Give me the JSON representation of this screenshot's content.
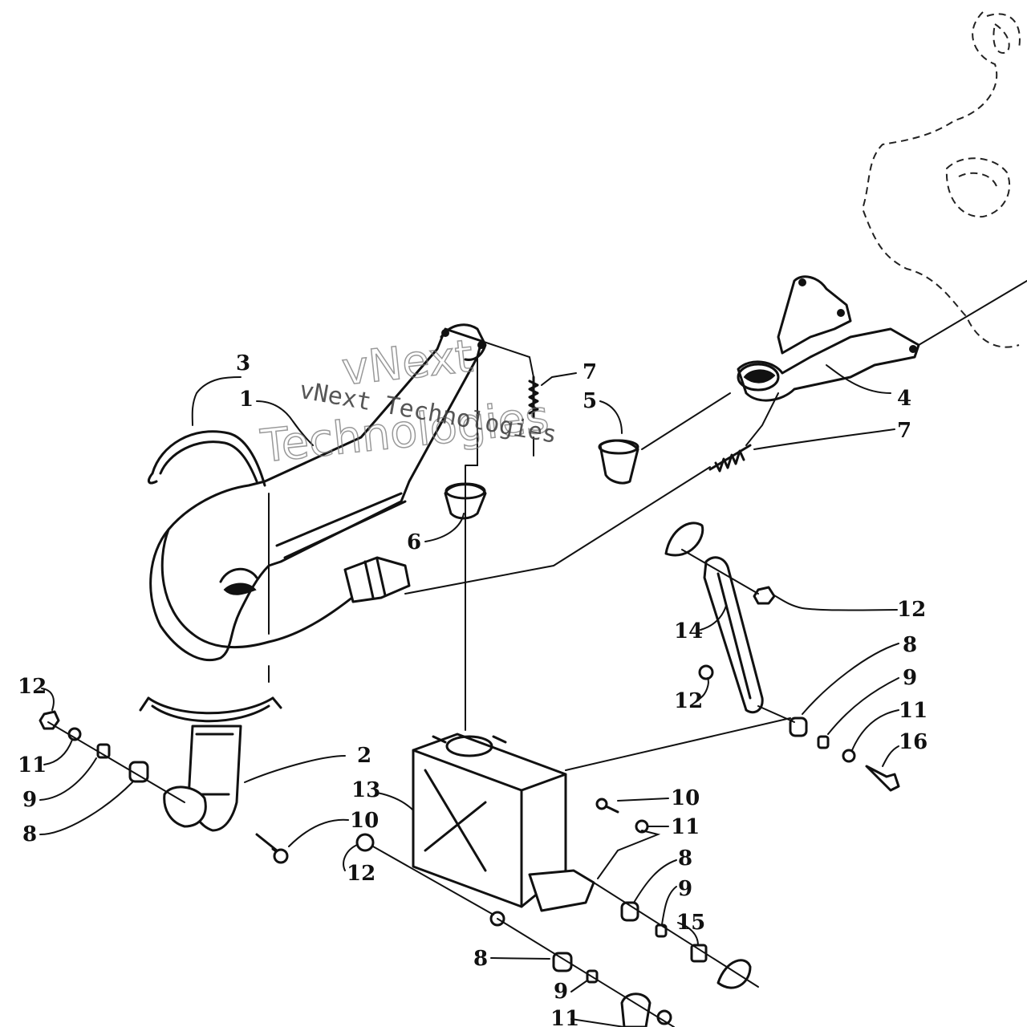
{
  "watermark": {
    "line1": "vNext Technologies",
    "outline_top": "vNext",
    "outline_bottom": "Technologies"
  },
  "callouts": {
    "c1": "1",
    "c2": "2",
    "c3": "3",
    "c4": "4",
    "c5": "5",
    "c6": "6",
    "c7a": "7",
    "c7b": "7",
    "c8a": "8",
    "c8b": "8",
    "c8c": "8",
    "c8d": "8",
    "c9a": "9",
    "c9b": "9",
    "c9c": "9",
    "c9d": "9",
    "c10a": "10",
    "c10b": "10",
    "c11a": "11",
    "c11b": "11",
    "c11c": "11",
    "c11d": "11",
    "c12a": "12",
    "c12b": "12",
    "c12c": "12",
    "c12d": "12",
    "c13": "13",
    "c14": "14",
    "c15": "15",
    "c16": "16"
  }
}
